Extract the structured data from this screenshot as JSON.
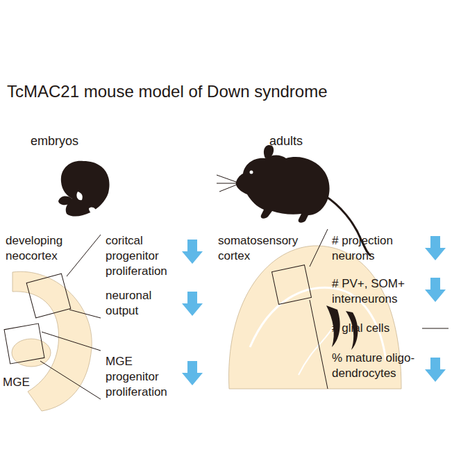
{
  "diagram": {
    "title": "TcMAC21 mouse model of Down syndrome",
    "labels": [
      "embryos",
      "adults",
      "developing neocortex",
      "MGE",
      "coritcal progenitor proliferation",
      "neuronal output",
      "MGE progenitor proliferation",
      "somatosensory cortex",
      "# projection neurons",
      "# PV+, SOM+ interneurons",
      "# glial cells",
      "% mature oligo- dendrocytes"
    ]
  }
}
